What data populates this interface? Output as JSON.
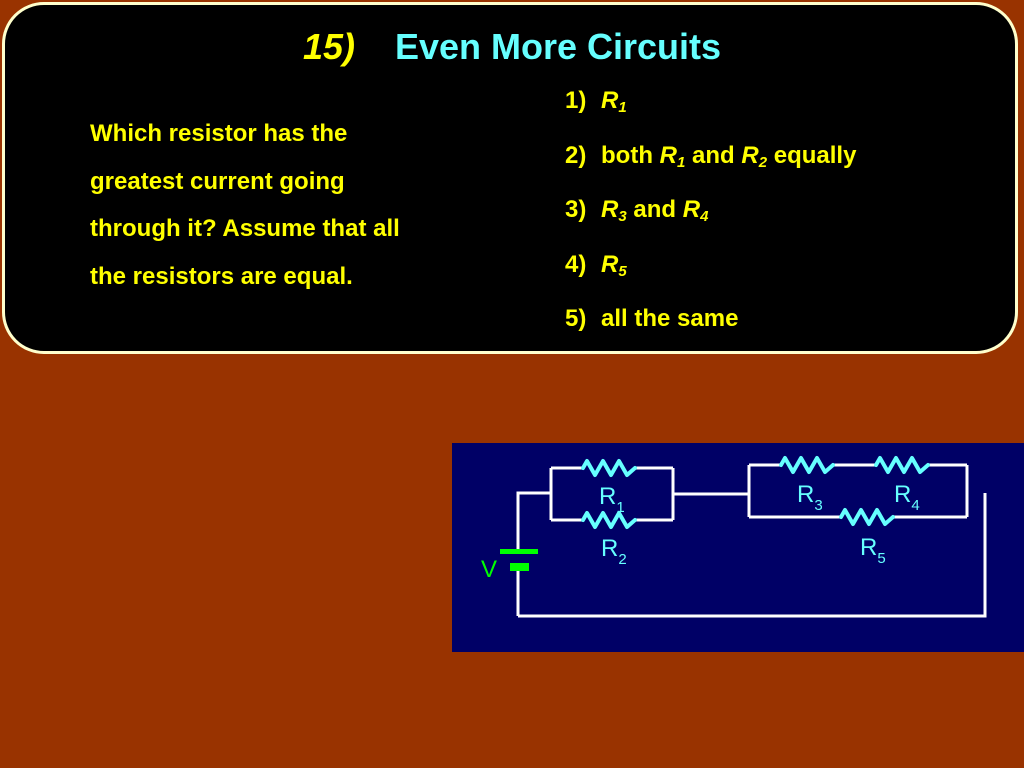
{
  "slide": {
    "number": "15)",
    "title": "Even More Circuits",
    "question_lines": [
      "Which resistor has the",
      "greatest current going",
      "through it?  Assume that all",
      "the resistors are equal."
    ],
    "answers": [
      {
        "num": "1)",
        "a": "R",
        "a_sub": "1",
        "mid": "",
        "b": "",
        "b_sub": "",
        "tail": ""
      },
      {
        "num": "2)",
        "pre": "both",
        "a": "R",
        "a_sub": "1",
        "mid": "and",
        "b": "R",
        "b_sub": "2",
        "tail": "equally"
      },
      {
        "num": "3)",
        "a": "R",
        "a_sub": "3",
        "mid": "and",
        "b": "R",
        "b_sub": "4",
        "tail": ""
      },
      {
        "num": "4)",
        "a": "R",
        "a_sub": "5",
        "mid": "",
        "b": "",
        "b_sub": "",
        "tail": ""
      },
      {
        "num": "5)",
        "text": "all the same"
      }
    ]
  },
  "circuit": {
    "battery_label": "V",
    "resistors": [
      {
        "name": "R",
        "sub": "1"
      },
      {
        "name": "R",
        "sub": "2"
      },
      {
        "name": "R",
        "sub": "3"
      },
      {
        "name": "R",
        "sub": "4"
      },
      {
        "name": "R",
        "sub": "5"
      }
    ],
    "colors": {
      "background": "#993300",
      "panel": "#000000",
      "panel_border": "#ffffcc",
      "text_yellow": "#ffff00",
      "text_cyan": "#66ffff",
      "circuit_bg": "#000066",
      "wire": "#ffffff",
      "resistor": "#66ffff",
      "battery": "#00ff00"
    }
  }
}
